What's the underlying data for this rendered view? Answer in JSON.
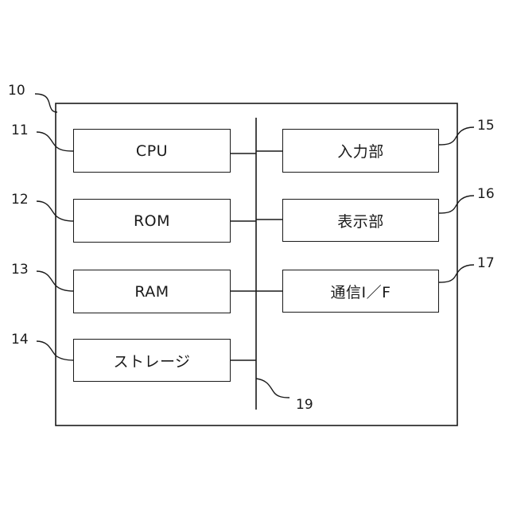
{
  "diagram": {
    "system_ref": "10",
    "bus_ref": "19",
    "left_units": [
      {
        "ref": "11",
        "label": "CPU"
      },
      {
        "ref": "12",
        "label": "ROM"
      },
      {
        "ref": "13",
        "label": "RAM"
      },
      {
        "ref": "14",
        "label": "ストレージ"
      }
    ],
    "right_units": [
      {
        "ref": "15",
        "label": "入力部"
      },
      {
        "ref": "16",
        "label": "表示部"
      },
      {
        "ref": "17",
        "label": "通信I／F"
      }
    ]
  }
}
